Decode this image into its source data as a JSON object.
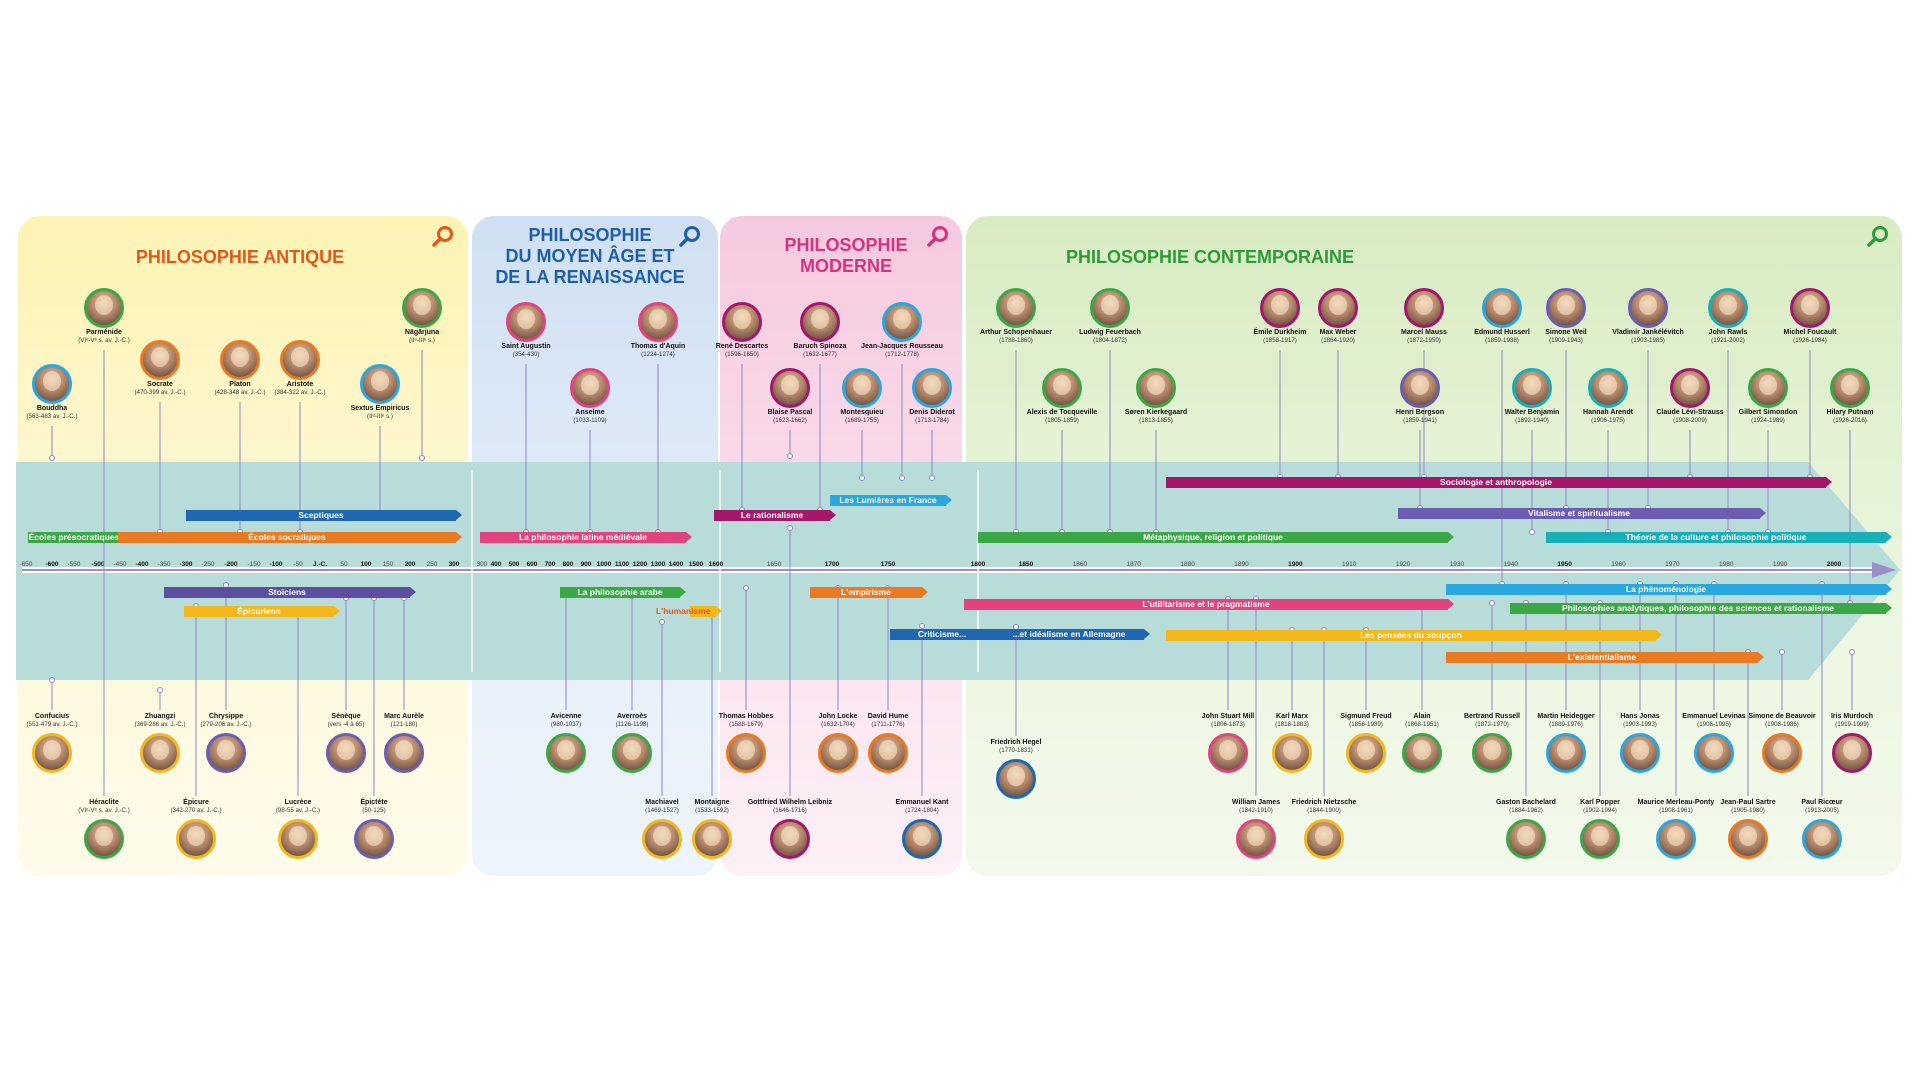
{
  "panels": {
    "antique": {
      "title": "PHILOSOPHIE ANTIQUE",
      "color": "#e0591b"
    },
    "medieval": {
      "title": "PHILOSOPHIE\nDU MOYEN ÂGE ET\nDE LA RENAISSANCE",
      "color": "#1f5fa8"
    },
    "moderne": {
      "title": "PHILOSOPHIE\nMODERNE",
      "color": "#d6337f"
    },
    "contemporaine": {
      "title": "PHILOSOPHIE CONTEMPORAINE",
      "color": "#2e9a3a"
    }
  },
  "icons": {
    "magnifier": "magnifier-icon"
  },
  "axis": {
    "ticks": [
      {
        "label": "-650",
        "major": false
      },
      {
        "label": "-600",
        "major": true
      },
      {
        "label": "-550",
        "major": false
      },
      {
        "label": "-500",
        "major": true
      },
      {
        "label": "-450",
        "major": false
      },
      {
        "label": "-400",
        "major": true
      },
      {
        "label": "-350",
        "major": false
      },
      {
        "label": "-300",
        "major": true
      },
      {
        "label": "-250",
        "major": false
      },
      {
        "label": "-200",
        "major": true
      },
      {
        "label": "-150",
        "major": false
      },
      {
        "label": "-100",
        "major": true
      },
      {
        "label": "-50",
        "major": false
      },
      {
        "label": "J.-C.",
        "major": true
      },
      {
        "label": "50",
        "major": false
      },
      {
        "label": "100",
        "major": true
      },
      {
        "label": "150",
        "major": false
      },
      {
        "label": "200",
        "major": true
      },
      {
        "label": "250",
        "major": false
      },
      {
        "label": "300",
        "major": true
      },
      {
        "label": "300",
        "major": false
      },
      {
        "label": "400",
        "major": true
      },
      {
        "label": "500",
        "major": true
      },
      {
        "label": "600",
        "major": true
      },
      {
        "label": "700",
        "major": true
      },
      {
        "label": "800",
        "major": true
      },
      {
        "label": "900",
        "major": true
      },
      {
        "label": "1000",
        "major": true
      },
      {
        "label": "1100",
        "major": true
      },
      {
        "label": "1200",
        "major": true
      },
      {
        "label": "1300",
        "major": true
      },
      {
        "label": "1400",
        "major": true
      },
      {
        "label": "1500",
        "major": true
      },
      {
        "label": "1600",
        "major": true
      },
      {
        "label": "1650",
        "major": false
      },
      {
        "label": "1700",
        "major": true
      },
      {
        "label": "1750",
        "major": true
      },
      {
        "label": "1800",
        "major": true
      },
      {
        "label": "1850",
        "major": false
      },
      {
        "label": "1870",
        "major": false
      },
      {
        "label": "1890",
        "major": false
      },
      {
        "label": "1910",
        "major": false
      },
      {
        "label": "1930",
        "major": false
      },
      {
        "label": "1940",
        "major": false
      },
      {
        "label": "1850",
        "major": true
      },
      {
        "label": "1860",
        "major": false
      },
      {
        "label": "1870",
        "major": false
      },
      {
        "label": "1880",
        "major": false
      },
      {
        "label": "1890",
        "major": false
      },
      {
        "label": "1900",
        "major": true
      },
      {
        "label": "1910",
        "major": false
      },
      {
        "label": "1920",
        "major": false
      },
      {
        "label": "1930",
        "major": false
      },
      {
        "label": "1940",
        "major": false
      },
      {
        "label": "1950",
        "major": true
      },
      {
        "label": "1960",
        "major": false
      },
      {
        "label": "1970",
        "major": false
      },
      {
        "label": "1980",
        "major": false
      },
      {
        "label": "1990",
        "major": false
      },
      {
        "label": "2000",
        "major": true
      }
    ]
  },
  "bars": [
    {
      "label": "Écoles présocratiques",
      "color": "#3aa844"
    },
    {
      "label": "Sceptiques",
      "color": "#1f67b0"
    },
    {
      "label": "Écoles socratiques",
      "color": "#ea7a22"
    },
    {
      "label": "Stoïciens",
      "color": "#5e4e9f"
    },
    {
      "label": "Épicuriens",
      "color": "#f2b81c"
    },
    {
      "label": "La philosophie latine médiévale",
      "color": "#e2437f"
    },
    {
      "label": "La philosophie arabe",
      "color": "#3aa844"
    },
    {
      "label": "L'humanisme",
      "color": "#f2b81c"
    },
    {
      "label": "Le rationalisme",
      "color": "#a3186a"
    },
    {
      "label": "Les Lumières en France",
      "color": "#2aa7df"
    },
    {
      "label": "L'empirisme",
      "color": "#ea7a22"
    },
    {
      "label": "Criticisme...",
      "color": "#1f67b0"
    },
    {
      "label": "...et idéalisme en Allemagne",
      "color": "#1f67b0"
    },
    {
      "label": "Sociologie et anthropologie",
      "color": "#a3186a"
    },
    {
      "label": "Vitalisme et spiritualisme",
      "color": "#6c5db3"
    },
    {
      "label": "Métaphysique, religion et politique",
      "color": "#3aa844"
    },
    {
      "label": "Théorie de la culture et philosophie politique",
      "color": "#18b0b8"
    },
    {
      "label": "La phénoménologie",
      "color": "#2aa7df"
    },
    {
      "label": "Philosophies analytiques, philosophie des sciences et rationalisme",
      "color": "#3aa844"
    },
    {
      "label": "L'utilitarisme et le pragmatisme",
      "color": "#e2437f"
    },
    {
      "label": "Les pensées du soupçon",
      "color": "#f2b81c"
    },
    {
      "label": "L'existentialisme",
      "color": "#ea7a22"
    }
  ],
  "people": [
    {
      "name": "Parménide",
      "dates": "(VIᵉ-Vᵉ s. av. J.-C.)",
      "ring": "#3aa844"
    },
    {
      "name": "Bouddha",
      "dates": "(563-483 av. J.-C.)",
      "ring": "#2aa7df"
    },
    {
      "name": "Socrate",
      "dates": "(470-399 av. J.-C.)",
      "ring": "#ea7a22"
    },
    {
      "name": "Platon",
      "dates": "(428-348 av. J.-C.)",
      "ring": "#ea7a22"
    },
    {
      "name": "Aristote",
      "dates": "(384-322 av. J.-C.)",
      "ring": "#ea7a22"
    },
    {
      "name": "Sextus Empiricus",
      "dates": "(IIᵉ-IIIᵉ s.)",
      "ring": "#2aa7df"
    },
    {
      "name": "Nāgārjuna",
      "dates": "(IIᵉ-IIIᵉ s.)",
      "ring": "#3aa844"
    },
    {
      "name": "Confucius",
      "dates": "(551-479 av. J.-C.)",
      "ring": "#f2b81c"
    },
    {
      "name": "Zhuangzi",
      "dates": "(369-286 av. J.-C.)",
      "ring": "#f2b81c"
    },
    {
      "name": "Chrysippe",
      "dates": "(279-206 av. J.-C.)",
      "ring": "#6c5db3"
    },
    {
      "name": "Sénèque",
      "dates": "(vers -4 à 65)",
      "ring": "#6c5db3"
    },
    {
      "name": "Marc Aurèle",
      "dates": "(121-180)",
      "ring": "#6c5db3"
    },
    {
      "name": "Héraclite",
      "dates": "(VIᵉ-Vᵉ s. av. J.-C.)",
      "ring": "#3aa844"
    },
    {
      "name": "Épicure",
      "dates": "(342-270 av. J.-C.)",
      "ring": "#f2b81c"
    },
    {
      "name": "Lucrèce",
      "dates": "(98-55 av. J.-C.)",
      "ring": "#f2b81c"
    },
    {
      "name": "Épictète",
      "dates": "(50-125)",
      "ring": "#6c5db3"
    },
    {
      "name": "Saint Augustin",
      "dates": "(354-430)",
      "ring": "#e2437f"
    },
    {
      "name": "Anselme",
      "dates": "(1033-1109)",
      "ring": "#e2437f"
    },
    {
      "name": "Thomas d'Aquin",
      "dates": "(1224-1274)",
      "ring": "#e2437f"
    },
    {
      "name": "Avicenne",
      "dates": "(980-1037)",
      "ring": "#3aa844"
    },
    {
      "name": "Averroès",
      "dates": "(1126-1198)",
      "ring": "#3aa844"
    },
    {
      "name": "Machiavel",
      "dates": "(1469-1527)",
      "ring": "#f2b81c"
    },
    {
      "name": "Montaigne",
      "dates": "(1533-1592)",
      "ring": "#f2b81c"
    },
    {
      "name": "René Descartes",
      "dates": "(1596-1650)",
      "ring": "#a3186a"
    },
    {
      "name": "Baruch Spinoza",
      "dates": "(1632-1677)",
      "ring": "#a3186a"
    },
    {
      "name": "Jean-Jacques Rousseau",
      "dates": "(1712-1778)",
      "ring": "#2aa7df"
    },
    {
      "name": "Blaise Pascal",
      "dates": "(1623-1662)",
      "ring": "#a3186a"
    },
    {
      "name": "Montesquieu",
      "dates": "(1689-1755)",
      "ring": "#2aa7df"
    },
    {
      "name": "Denis Diderot",
      "dates": "(1713-1784)",
      "ring": "#2aa7df"
    },
    {
      "name": "Thomas Hobbes",
      "dates": "(1588-1679)",
      "ring": "#ea7a22"
    },
    {
      "name": "John Locke",
      "dates": "(1632-1704)",
      "ring": "#ea7a22"
    },
    {
      "name": "David Hume",
      "dates": "(1711-1776)",
      "ring": "#ea7a22"
    },
    {
      "name": "Gottfried Wilhelm Leibniz",
      "dates": "(1646-1716)",
      "ring": "#a3186a"
    },
    {
      "name": "Emmanuel Kant",
      "dates": "(1724-1804)",
      "ring": "#1f67b0"
    },
    {
      "name": "Arthur Schopenhauer",
      "dates": "(1788-1860)",
      "ring": "#3aa844"
    },
    {
      "name": "Ludwig Feuerbach",
      "dates": "(1804-1872)",
      "ring": "#3aa844"
    },
    {
      "name": "Alexis de Tocqueville",
      "dates": "(1805-1859)",
      "ring": "#3aa844"
    },
    {
      "name": "Søren Kierkegaard",
      "dates": "(1813-1855)",
      "ring": "#3aa844"
    },
    {
      "name": "Émile Durkheim",
      "dates": "(1858-1917)",
      "ring": "#a3186a"
    },
    {
      "name": "Max Weber",
      "dates": "(1864-1920)",
      "ring": "#a3186a"
    },
    {
      "name": "Marcel Mauss",
      "dates": "(1872-1950)",
      "ring": "#a3186a"
    },
    {
      "name": "Henri Bergson",
      "dates": "(1859-1941)",
      "ring": "#6c5db3"
    },
    {
      "name": "Edmund Husserl",
      "dates": "(1859-1938)",
      "ring": "#2aa7df"
    },
    {
      "name": "Simone Weil",
      "dates": "(1909-1943)",
      "ring": "#6c5db3"
    },
    {
      "name": "Vladimir Jankélévitch",
      "dates": "(1903-1985)",
      "ring": "#6c5db3"
    },
    {
      "name": "John Rawls",
      "dates": "(1921-2002)",
      "ring": "#18b0b8"
    },
    {
      "name": "Michel Foucault",
      "dates": "(1926-1984)",
      "ring": "#a3186a"
    },
    {
      "name": "Walter Benjamin",
      "dates": "(1892-1940)",
      "ring": "#18b0b8"
    },
    {
      "name": "Hannah Arendt",
      "dates": "(1906-1975)",
      "ring": "#18b0b8"
    },
    {
      "name": "Claude Lévi-Strauss",
      "dates": "(1908-2009)",
      "ring": "#a3186a"
    },
    {
      "name": "Gilbert Simondon",
      "dates": "(1924-1989)",
      "ring": "#3aa844"
    },
    {
      "name": "Hilary Putnam",
      "dates": "(1926-2016)",
      "ring": "#3aa844"
    },
    {
      "name": "Friedrich Hegel",
      "dates": "(1770-1831)",
      "ring": "#1f67b0"
    },
    {
      "name": "John Stuart Mill",
      "dates": "(1806-1873)",
      "ring": "#e2437f"
    },
    {
      "name": "Karl Marx",
      "dates": "(1818-1883)",
      "ring": "#f2b81c"
    },
    {
      "name": "Sigmund Freud",
      "dates": "(1856-1939)",
      "ring": "#f2b81c"
    },
    {
      "name": "Alain",
      "dates": "(1868-1951)",
      "ring": "#3aa844"
    },
    {
      "name": "Bertrand Russell",
      "dates": "(1872-1970)",
      "ring": "#3aa844"
    },
    {
      "name": "Martin Heidegger",
      "dates": "(1889-1976)",
      "ring": "#2aa7df"
    },
    {
      "name": "Hans Jonas",
      "dates": "(1903-1993)",
      "ring": "#2aa7df"
    },
    {
      "name": "Emmanuel Levinas",
      "dates": "(1906-1995)",
      "ring": "#2aa7df"
    },
    {
      "name": "Simone de Beauvoir",
      "dates": "(1908-1986)",
      "ring": "#ea7a22"
    },
    {
      "name": "Iris Murdoch",
      "dates": "(1919-1999)",
      "ring": "#a3186a"
    },
    {
      "name": "William James",
      "dates": "(1842-1910)",
      "ring": "#e2437f"
    },
    {
      "name": "Friedrich Nietzsche",
      "dates": "(1844-1900)",
      "ring": "#f2b81c"
    },
    {
      "name": "Gaston Bachelard",
      "dates": "(1884-1962)",
      "ring": "#3aa844"
    },
    {
      "name": "Karl Popper",
      "dates": "(1902-1994)",
      "ring": "#3aa844"
    },
    {
      "name": "Maurice Merleau-Ponty",
      "dates": "(1908-1961)",
      "ring": "#2aa7df"
    },
    {
      "name": "Jean-Paul Sartre",
      "dates": "(1905-1980)",
      "ring": "#ea7a22"
    },
    {
      "name": "Paul Ricœur",
      "dates": "(1913-2005)",
      "ring": "#2aa7df"
    }
  ]
}
